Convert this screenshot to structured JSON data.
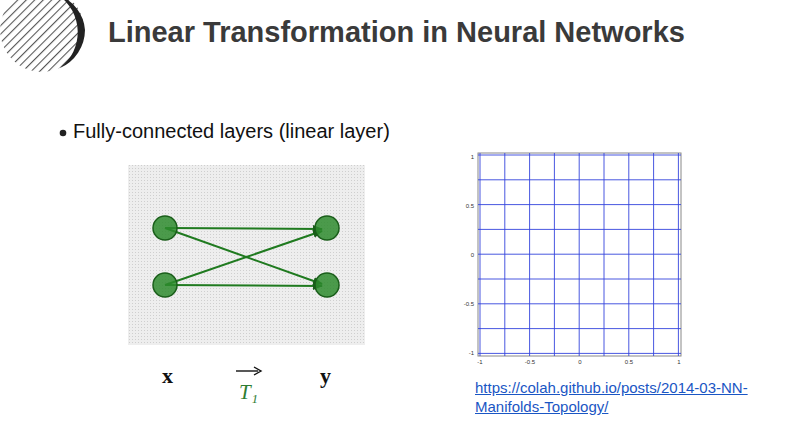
{
  "diagram": {
    "title": "Linear Transformation in Neural Networks",
    "labels": [
      "Fully-connected layers (linear layer)",
      "x",
      "T₁",
      "y",
      "1",
      "0.5",
      "0",
      "-0.5",
      "-1",
      "-1",
      "-0.5",
      "0",
      "0.5",
      "1",
      "https://colah.github.io/posts/2014-03-NN-Manifolds-Topology/"
    ]
  }
}
